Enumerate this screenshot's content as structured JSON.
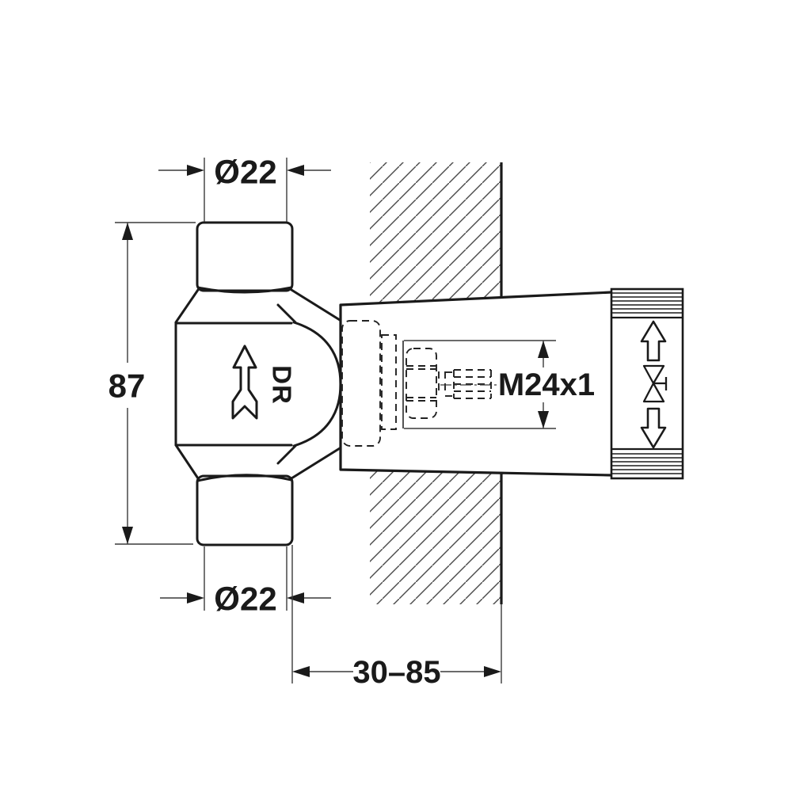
{
  "drawing": {
    "dimensions": {
      "top_diameter": {
        "label": "Ø22"
      },
      "bottom_diameter": {
        "label": "Ø22"
      },
      "body_height": {
        "label": "87"
      },
      "spindle_thread": {
        "label": "M24x1"
      },
      "installation_depth": {
        "label": "30–85"
      }
    },
    "markings": {
      "flow_direction": "DR"
    },
    "colors": {
      "background": "#ffffff",
      "outline": "#1a1a1a",
      "dimension_line": "#3a3a3a",
      "hatch": "#4a4a4a"
    },
    "icons": {
      "body_icon": "flow-direction-arrow-icon",
      "cap_icons": [
        "up-arrow-icon",
        "shutoff-valve-bowtie-icon",
        "down-arrow-icon"
      ]
    }
  }
}
